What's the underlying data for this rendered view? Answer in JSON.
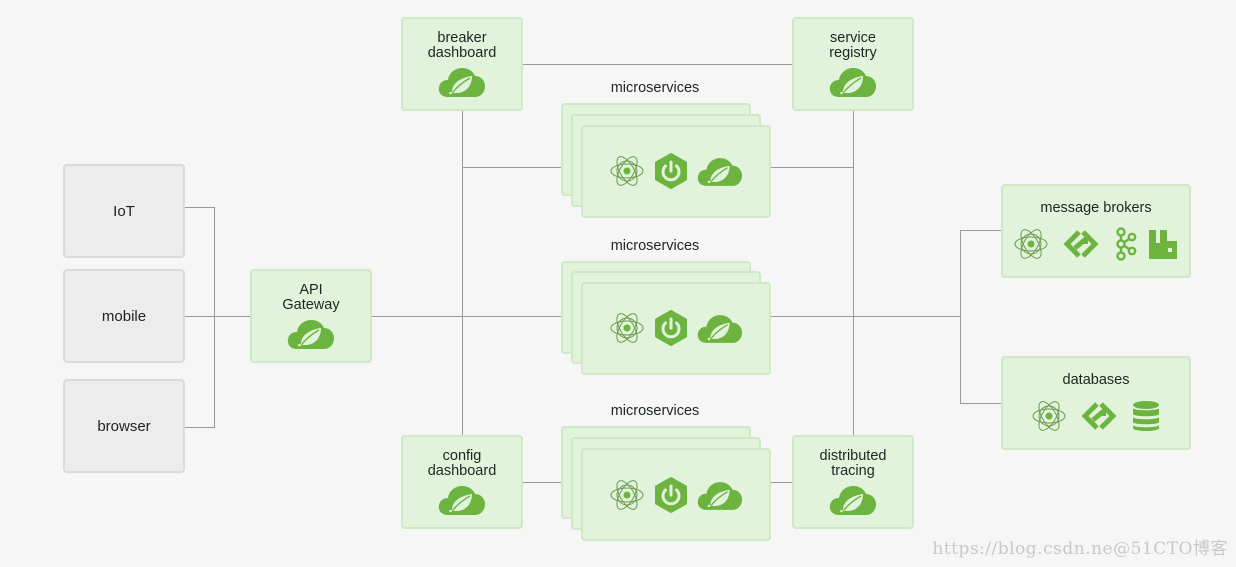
{
  "clients": [
    {
      "label": "IoT"
    },
    {
      "label": "mobile"
    },
    {
      "label": "browser"
    }
  ],
  "gateway": {
    "label_line1": "API",
    "label_line2": "Gateway",
    "icon": "spring-cloud-icon"
  },
  "breaker_dashboard": {
    "label_line1": "breaker",
    "label_line2": "dashboard",
    "icon": "spring-cloud-icon"
  },
  "service_registry": {
    "label_line1": "service",
    "label_line2": "registry",
    "icon": "spring-cloud-icon"
  },
  "config_dashboard": {
    "label_line1": "config",
    "label_line2": "dashboard",
    "icon": "spring-cloud-icon"
  },
  "distributed_tracing": {
    "label_line1": "distributed",
    "label_line2": "tracing",
    "icon": "spring-cloud-icon"
  },
  "microservices": [
    {
      "title": "microservices",
      "icons": [
        "atom-icon",
        "spring-boot-icon",
        "spring-cloud-icon"
      ]
    },
    {
      "title": "microservices",
      "icons": [
        "atom-icon",
        "spring-boot-icon",
        "spring-cloud-icon"
      ]
    },
    {
      "title": "microservices",
      "icons": [
        "atom-icon",
        "spring-boot-icon",
        "spring-cloud-icon"
      ]
    }
  ],
  "message_brokers": {
    "title": "message brokers",
    "icons": [
      "atom-icon",
      "integration-icon",
      "kafka-icon",
      "rabbitmq-icon"
    ]
  },
  "databases": {
    "title": "databases",
    "icons": [
      "atom-icon",
      "integration-icon",
      "database-icon"
    ]
  },
  "watermark": "https://blog.csdn.ne@51CTO博客",
  "colors": {
    "brand_green": "#6db33f",
    "box_fill": "#e1f3da",
    "box_border": "#cfe8c6",
    "client_fill": "#ececec",
    "line": "#9a9a9a"
  }
}
